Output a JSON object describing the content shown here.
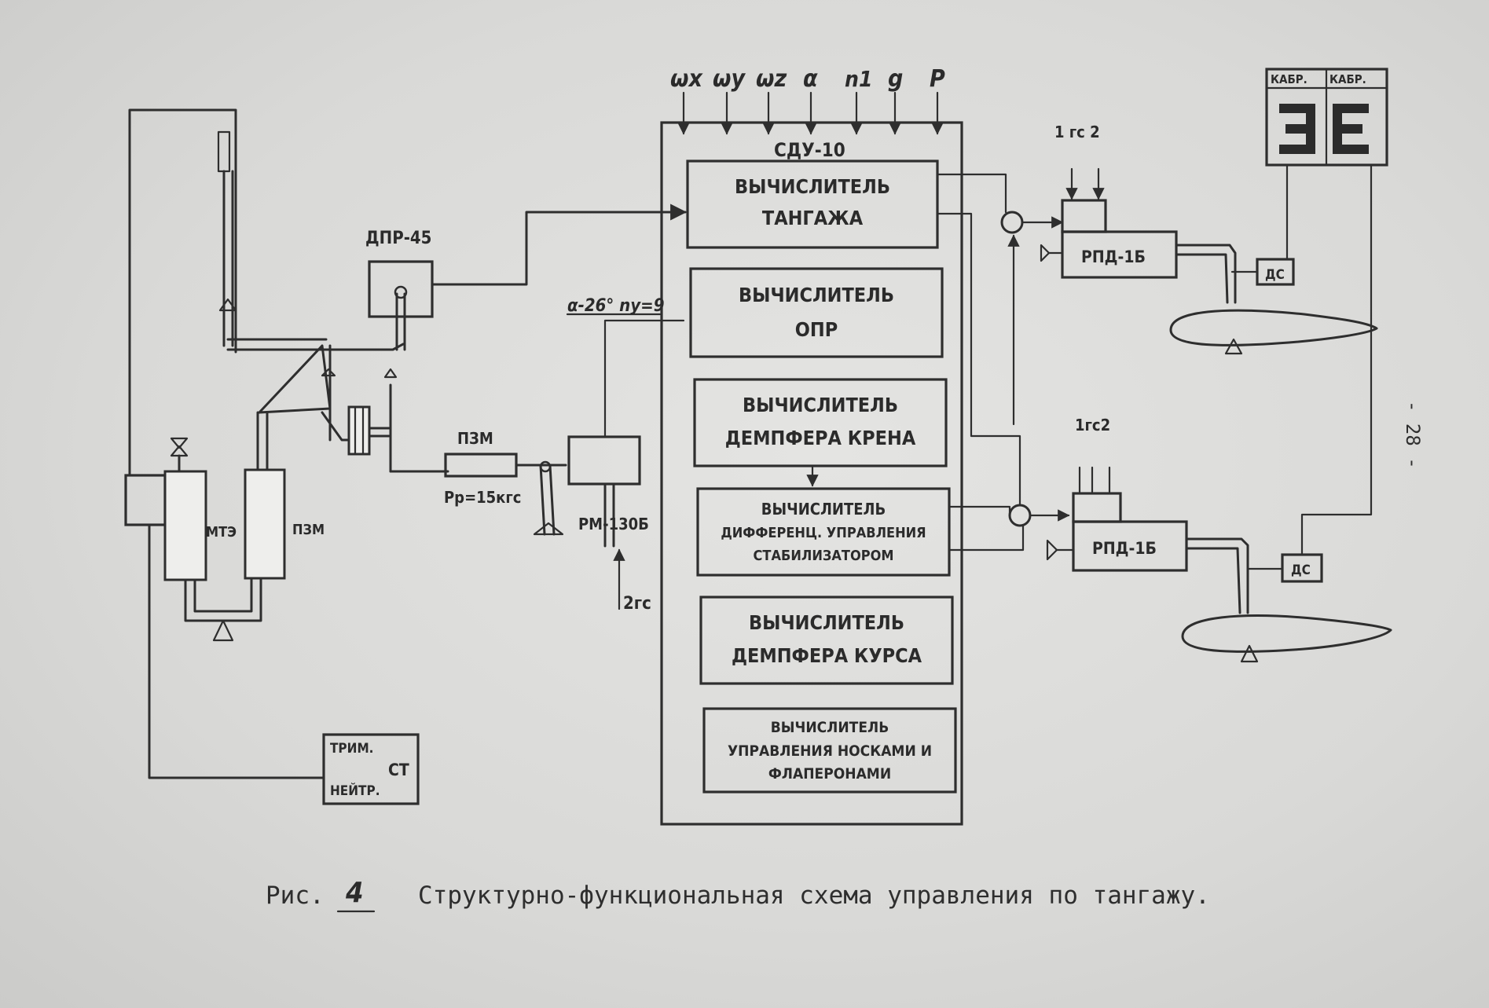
{
  "main_block": {
    "title": "СДУ-10",
    "inputs": [
      "ωx",
      "ωy",
      "ωz",
      "α",
      "n1",
      "g",
      "P"
    ],
    "computers": [
      [
        "ВЫЧИСЛИТЕЛЬ",
        "ТАНГАЖА"
      ],
      [
        "ВЫЧИСЛИТЕЛЬ",
        "ОПР"
      ],
      [
        "ВЫЧИСЛИТЕЛЬ",
        "ДЕМПФЕРА КРЕНА"
      ],
      [
        "ВЫЧИСЛИТЕЛЬ",
        "ДИФФЕРЕНЦ. УПРАВЛЕНИЯ",
        "СТАБИЛИЗАТОРОМ"
      ],
      [
        "ВЫЧИСЛИТЕЛЬ",
        "ДЕМПФЕРА КУРСА"
      ],
      [
        "ВЫЧИСЛИТЕЛЬ",
        "УПРАВЛЕНИЯ НОСКАМИ И",
        "ФЛАПЕРОНАМИ"
      ]
    ]
  },
  "left_units": {
    "dpr": "ДПР-45",
    "pzm_upper": "ПЗМ",
    "pressure": "Рр=15кгс",
    "rm": "РМ-130Б",
    "supply": "2гс",
    "mte": "МТЭ",
    "pzm_lower": "ПЗМ",
    "limit": "α-26° nу=9"
  },
  "trim_box": {
    "trim": "ТРИМ.",
    "neutral": "НЕЙТР.",
    "st": "СТ"
  },
  "right_units": {
    "supply_upper": "1 гс 2",
    "supply_lower": "1гс2",
    "rpd_upper": "РПД-1Б",
    "rpd_lower": "РПД-1Б",
    "ds_upper": "ДС",
    "ds_lower": "ДС",
    "kabr_left": "КАБР.",
    "kabr_right": "КАБР."
  },
  "page_number": "- 28 -",
  "caption": {
    "prefix": "Рис.",
    "number": "4",
    "text": "Структурно-функциональная схема управления по тангажу."
  }
}
